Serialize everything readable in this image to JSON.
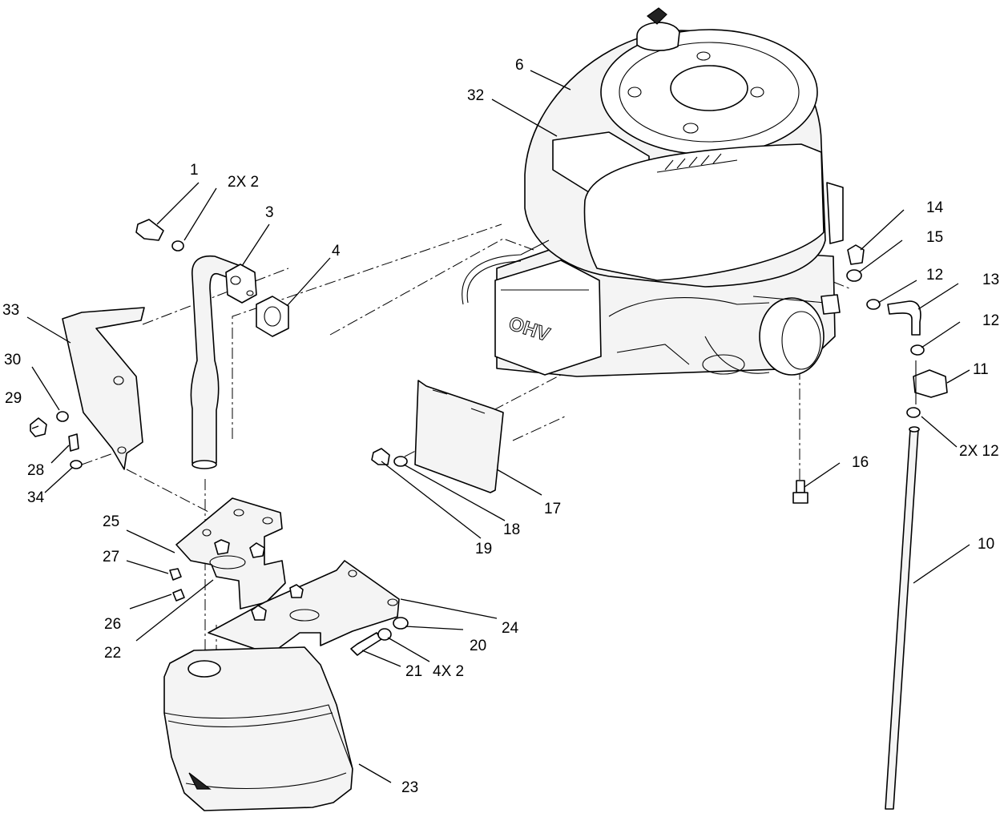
{
  "callouts": [
    {
      "id": "c1",
      "text": "1"
    },
    {
      "id": "c2x2a",
      "text": "2X  2"
    },
    {
      "id": "c3",
      "text": "3"
    },
    {
      "id": "c4",
      "text": "4"
    },
    {
      "id": "c6",
      "text": "6"
    },
    {
      "id": "c32",
      "text": "32"
    },
    {
      "id": "c33",
      "text": "33"
    },
    {
      "id": "c30",
      "text": "30"
    },
    {
      "id": "c29",
      "text": "29"
    },
    {
      "id": "c28",
      "text": "28"
    },
    {
      "id": "c34",
      "text": "34"
    },
    {
      "id": "c25",
      "text": "25"
    },
    {
      "id": "c27",
      "text": "27"
    },
    {
      "id": "c26",
      "text": "26"
    },
    {
      "id": "c22",
      "text": "22"
    },
    {
      "id": "c23",
      "text": "23"
    },
    {
      "id": "c21",
      "text": "21"
    },
    {
      "id": "c4x2",
      "text": "4X  2"
    },
    {
      "id": "c20",
      "text": "20"
    },
    {
      "id": "c24",
      "text": "24"
    },
    {
      "id": "c19",
      "text": "19"
    },
    {
      "id": "c18",
      "text": "18"
    },
    {
      "id": "c17",
      "text": "17"
    },
    {
      "id": "c16",
      "text": "16"
    },
    {
      "id": "c14",
      "text": "14"
    },
    {
      "id": "c15",
      "text": "15"
    },
    {
      "id": "c12a",
      "text": "12"
    },
    {
      "id": "c13",
      "text": "13"
    },
    {
      "id": "c12b",
      "text": "12"
    },
    {
      "id": "c11",
      "text": "11"
    },
    {
      "id": "c2x12",
      "text": "2X 12"
    },
    {
      "id": "c10",
      "text": "10"
    }
  ],
  "engine_badge": "OHV"
}
